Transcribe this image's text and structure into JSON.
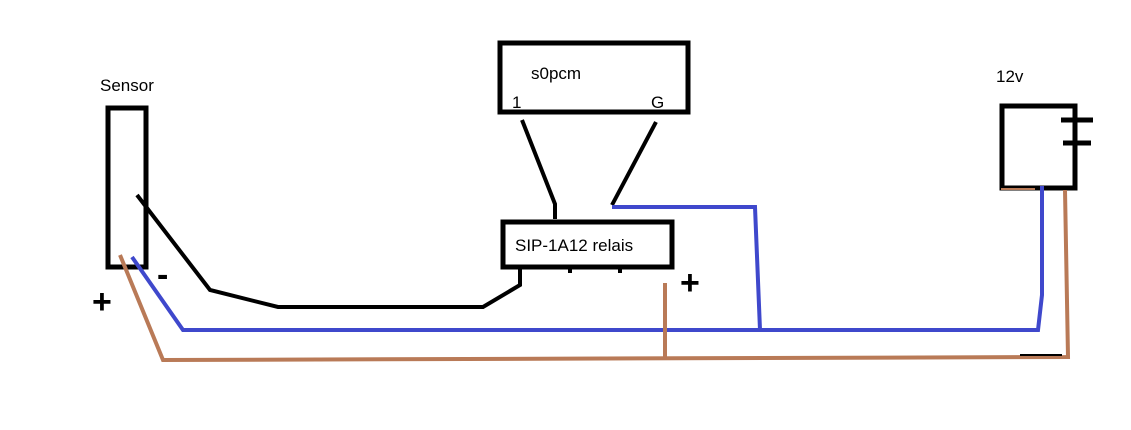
{
  "components": {
    "sensor": {
      "label": "Sensor"
    },
    "s0pcm": {
      "label": "s0pcm",
      "pin_1": "1",
      "pin_g": "G"
    },
    "relay": {
      "label": "SIP-1A12 relais"
    },
    "supply": {
      "label": "12v"
    }
  },
  "polarity": {
    "sensor_plus": "+",
    "sensor_minus": "-",
    "relay_plus": "+"
  },
  "colors": {
    "outline": "#000000",
    "negative_wire": "#3f48cc",
    "positive_wire": "#b97a57"
  }
}
